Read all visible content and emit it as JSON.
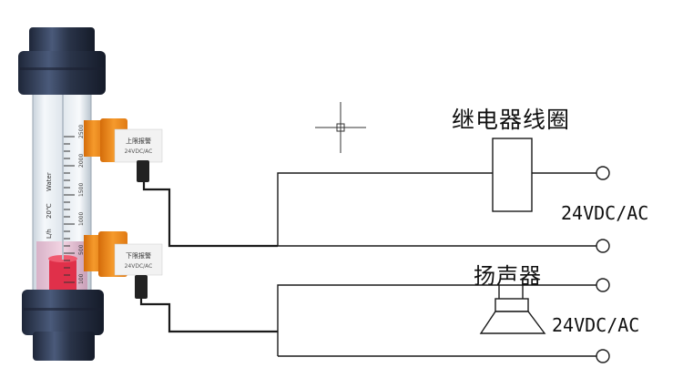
{
  "labels": {
    "relay_coil": "继电器线圈",
    "relay_voltage": "24VDC/AC",
    "speaker": "扬声器",
    "speaker_voltage": "24VDC/AC"
  },
  "tube_scale": {
    "unit": "L/h",
    "medium": "Water",
    "temp": "20℃",
    "ticks": [
      "2500",
      "2000",
      "1500",
      "1000",
      "500",
      "100"
    ]
  },
  "switches": {
    "upper_label": "上限报警",
    "upper_sub": "24VDC/AC",
    "lower_label": "下限报警",
    "lower_sub": "24VDC/AC"
  },
  "colors": {
    "wire": "#1a1a1a",
    "switch_orange": "#f08a1c",
    "pipe_fitting": "#2e3a52",
    "float_red": "#e0304a"
  },
  "icons": [
    "crosshair-icon",
    "speaker-icon",
    "relay-coil-icon",
    "terminal-icon"
  ]
}
